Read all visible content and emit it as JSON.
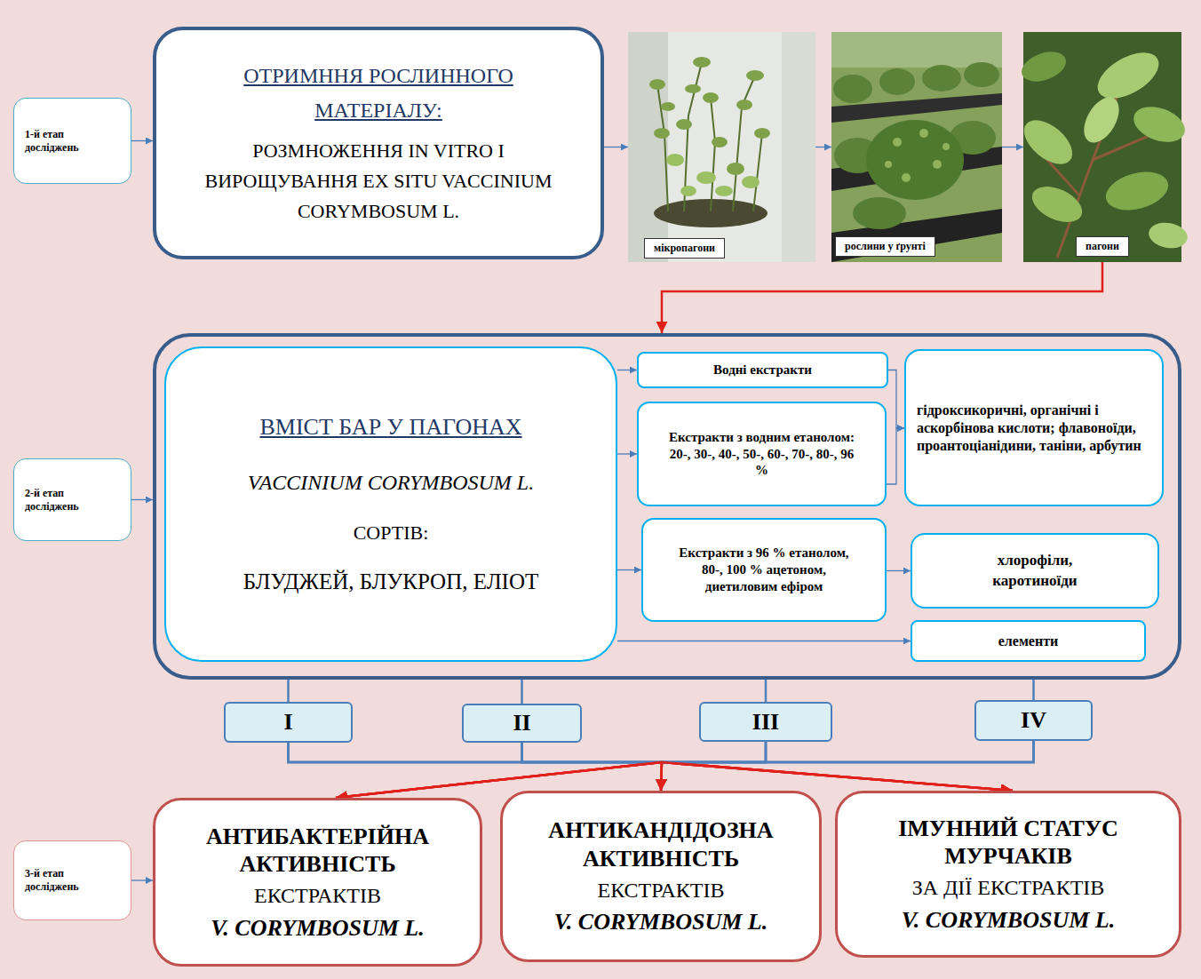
{
  "diagram": {
    "nodes": [
      {
        "text": [
          "1-й етап досліджень"
        ]
      },
      {
        "text": [
          "ОТРИМННЯ РОСЛИННОГО МАТЕРІАЛУ:",
          "РОЗМНОЖЕННЯ IN VITRO І ВИРОЩУВАННЯ EX SITU VACCINIUM CORYMBOSUM L."
        ]
      },
      {
        "text": [
          "мікропагони"
        ]
      },
      {
        "text": [
          "рослини у ґрунті"
        ]
      },
      {
        "text": [
          "пагони"
        ]
      },
      {
        "text": [
          "2-й етап досліджень"
        ]
      },
      {
        "text": []
      },
      {
        "text": [
          "ВМІСТ БАР У ПАГОНАХ",
          "VACCINIUM CORYMBOSUM L.",
          "СОРТІВ:",
          "БЛУДЖЕЙ, БЛУКРОП, ЕЛІОТ"
        ],
        "in": 6
      },
      {
        "text": [
          "Водні екстракти"
        ],
        "in": 6
      },
      {
        "text": [
          "Екстракти з водним етанолом: 20-, 30-, 40-, 50-, 60-, 70-, 80-, 96 %"
        ],
        "in": 6
      },
      {
        "text": [
          "гідроксикоричні, органічні і аскорбінова кислоти; флавоноїди, проантоціанідини, таніни, арбутин"
        ],
        "in": 6
      },
      {
        "text": [
          "Екстракти з 96 % етанолом, 80-, 100 % ацетоном, диетиловим ефіром"
        ],
        "in": 6
      },
      {
        "text": [
          "хлорофіли, каротиноїди"
        ],
        "in": 6
      },
      {
        "text": [
          "елементи"
        ],
        "in": 6
      },
      {
        "text": [
          "I"
        ]
      },
      {
        "text": [
          "II"
        ]
      },
      {
        "text": [
          "III"
        ]
      },
      {
        "text": [
          "IV"
        ]
      },
      {
        "text": [
          "3-й етап досліджень"
        ]
      },
      {
        "text": [
          "АНТИБАКТЕРІЙНА АКТИВНІСТЬ",
          "ЕКСТРАКТІВ",
          "V. CORYMBOSUM L."
        ]
      },
      {
        "text": [
          "АНТИКАНДІДОЗНА АКТИВНІСТЬ",
          "ЕКСТРАКТІВ",
          "V. CORYMBOSUM L."
        ]
      },
      {
        "text": [
          "ІМУННИЙ СТАТУС МУРЧАКІВ",
          "ЗА ДІЇ ЕКСТРАКТІВ",
          "V. CORYMBOSUM L."
        ]
      }
    ],
    "edges": [
      {
        "from": 0,
        "to": 1,
        "arrow": "to"
      },
      {
        "from": 1,
        "to": 2,
        "arrow": "to"
      },
      {
        "from": 2,
        "to": 3,
        "arrow": "to"
      },
      {
        "from": 3,
        "to": 4,
        "arrow": "to"
      },
      {
        "from": 4,
        "to": 6,
        "arrow": "to"
      },
      {
        "from": 5,
        "to": 6,
        "arrow": "to"
      },
      {
        "from": 7,
        "to": 8,
        "arrow": "to"
      },
      {
        "from": 7,
        "to": 9,
        "arrow": "to"
      },
      {
        "from": 7,
        "to": 11,
        "arrow": "to"
      },
      {
        "from": 7,
        "to": 13,
        "arrow": "to"
      },
      {
        "from": 8,
        "to": 10,
        "arrow": "to"
      },
      {
        "from": 9,
        "to": 10,
        "arrow": "to"
      },
      {
        "from": 11,
        "to": 12,
        "arrow": "to"
      },
      {
        "from": 6,
        "to": 14,
        "arrow": "none"
      },
      {
        "from": 6,
        "to": 15,
        "arrow": "none"
      },
      {
        "from": 6,
        "to": 16,
        "arrow": "none"
      },
      {
        "from": 6,
        "to": 17,
        "arrow": "none"
      },
      {
        "from": 14,
        "to": 19,
        "arrow": "to"
      },
      {
        "from": 14,
        "to": 20,
        "arrow": "to"
      },
      {
        "from": 14,
        "to": 21,
        "arrow": "to"
      },
      {
        "from": 15,
        "to": 19,
        "arrow": "to"
      },
      {
        "from": 15,
        "to": 20,
        "arrow": "to"
      },
      {
        "from": 15,
        "to": 21,
        "arrow": "to"
      },
      {
        "from": 16,
        "to": 19,
        "arrow": "to"
      },
      {
        "from": 16,
        "to": 20,
        "arrow": "to"
      },
      {
        "from": 16,
        "to": 21,
        "arrow": "to"
      },
      {
        "from": 17,
        "to": 19,
        "arrow": "to"
      },
      {
        "from": 17,
        "to": 20,
        "arrow": "to"
      },
      {
        "from": 17,
        "to": 21,
        "arrow": "to"
      },
      {
        "from": 18,
        "to": 19,
        "arrow": "to"
      }
    ]
  }
}
